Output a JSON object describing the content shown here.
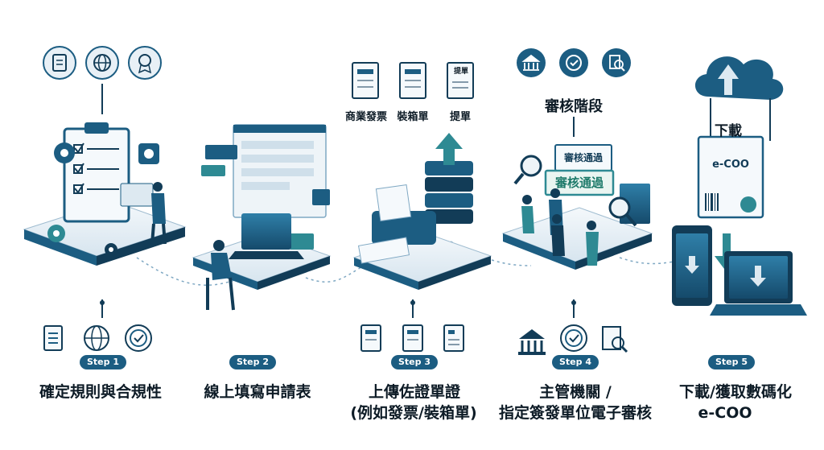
{
  "colors": {
    "primary": "#1c5d82",
    "dark": "#123c57",
    "teal": "#2e8a93",
    "light": "#dde9f1",
    "line": "#7fa8c3"
  },
  "steps": [
    {
      "badge": "Step 1",
      "label_lines": [
        "確定規則與合規性"
      ],
      "icons_top": [
        "document-icon",
        "globe-icon",
        "award-icon"
      ],
      "icons_bottom": [
        "document-icon",
        "globe-icon",
        "check-badge-icon"
      ]
    },
    {
      "badge": "Step 2",
      "label_lines": [
        "線上填寫申請表"
      ]
    },
    {
      "badge": "Step 3",
      "label_lines": [
        "上傳佐證單證",
        "(例如發票/裝箱單)"
      ],
      "doc_labels": [
        "商業發票",
        "裝箱單",
        "提單"
      ],
      "doc_icon_text": "提單",
      "icons_bottom": [
        "invoice-icon",
        "packing-list-icon",
        "bill-of-lading-icon"
      ]
    },
    {
      "badge": "Step 4",
      "label_lines": [
        "主管機關 /",
        "指定簽發單位電子審核"
      ],
      "stage_title": "審核階段",
      "board_texts": [
        "審核通過",
        "審核通過"
      ],
      "icons_top": [
        "government-building-icon",
        "approval-icon",
        "inspection-icon"
      ],
      "icons_bottom": [
        "government-building-icon",
        "approval-stamp-icon",
        "magnifier-document-icon"
      ]
    },
    {
      "badge": "Step 5",
      "label_lines": [
        "下載/獲取數碼化",
        "e-COO"
      ],
      "download_label": "下載",
      "cert_text": "e-COO"
    }
  ]
}
